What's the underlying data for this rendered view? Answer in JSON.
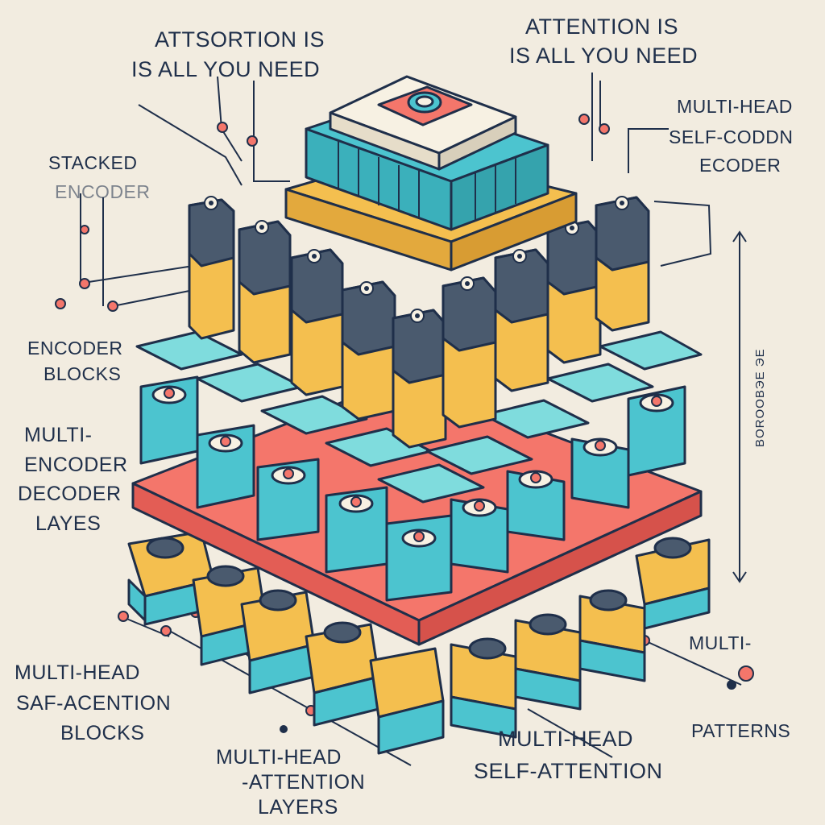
{
  "labels": {
    "title_left_1": "ATTSORTION IS",
    "title_left_2": "IS ALL YOU NEED",
    "title_right_1": "ATTENTION IS",
    "title_right_2": "IS ALL YOU NEED",
    "stacked_1": "STACKED",
    "stacked_2": "ENCODER",
    "mhsa_right_1": "MULTI-HEAD",
    "mhsa_right_2": "SELF-CODDN",
    "mhsa_right_3": "ECODER",
    "encoder_blocks_1": "ENCODER",
    "encoder_blocks_2": "BLOCKS",
    "multi_layers_1": "MULTI-",
    "multi_layers_2": "ENCODER",
    "multi_layers_3": "DECODER",
    "multi_layers_4": "LAYES",
    "vertical_label": "BOROOBЭЕ ЭЕ",
    "multi_right": "MULTI-",
    "patterns": "PATTERNS",
    "left_bottom_1": "MULTI-HEAD",
    "left_bottom_2": "SAF-ACENTION",
    "left_bottom_3": "BLOCKS",
    "center_bottom_1": "MULTI-HEAD",
    "center_bottom_2": "-ATTENTION",
    "center_bottom_3": "LAYERS",
    "right_bottom_1": "MULTI-HEAD",
    "right_bottom_2": "SELF-ATTENTION"
  },
  "colors": {
    "background": "#f2ece0",
    "teal": "#4cc4cf",
    "teal_light": "#7fdcdd",
    "yellow": "#f4bf4f",
    "coral": "#f4766b",
    "navy": "#1f2f4a",
    "slate": "#4a5a6e"
  }
}
